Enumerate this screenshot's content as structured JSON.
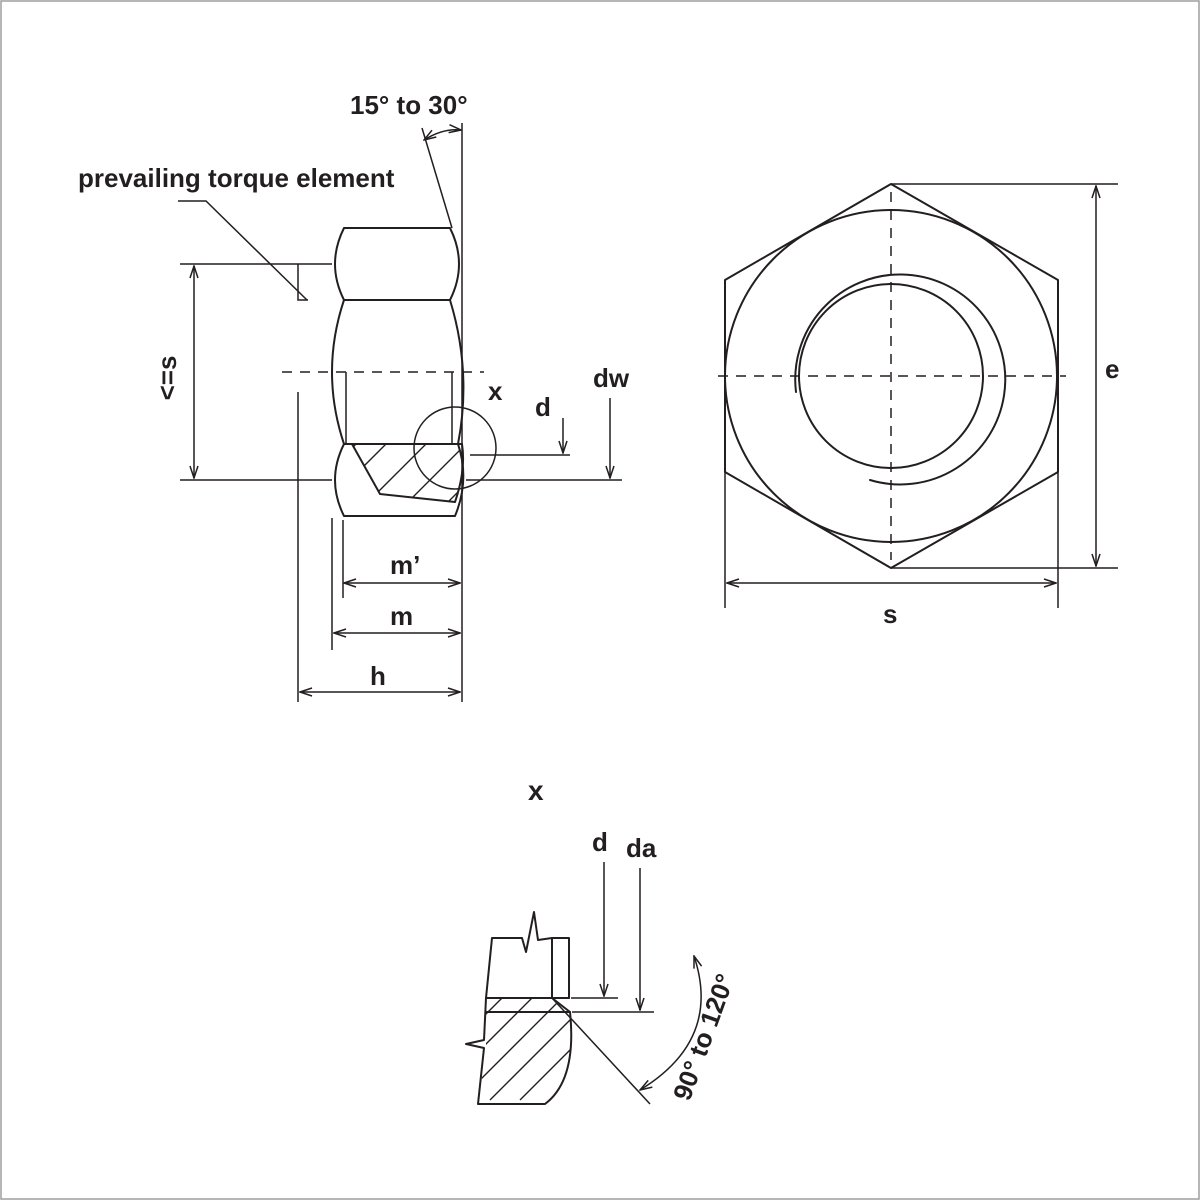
{
  "labels": {
    "angle_top": "15° to 30°",
    "prevailing": "prevailing torque element",
    "s_side": "<=s",
    "x_marker": "x",
    "d_side": "d",
    "dw": "dw",
    "m_prime": "m’",
    "m": "m",
    "h": "h",
    "e": "e",
    "s_bottom": "s",
    "detail_title": "x",
    "detail_d": "d",
    "detail_da": "da",
    "detail_angle": "90° to 120°"
  },
  "colors": {
    "line": "#231f20",
    "background": "#ffffff",
    "frame": "#9d9d9d"
  }
}
